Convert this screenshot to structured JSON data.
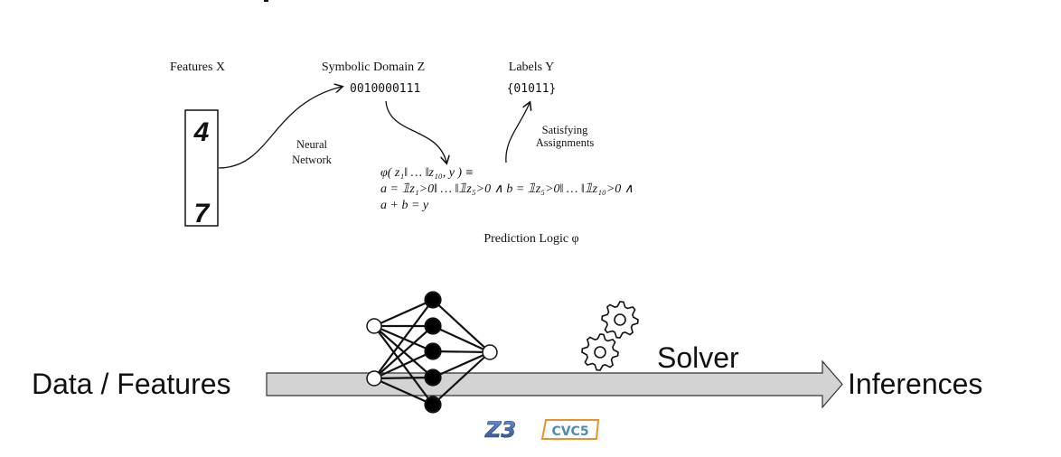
{
  "top_diagram": {
    "features_label": "Features X",
    "symbolic_label": "Symbolic Domain Z",
    "symbolic_value": "0010000111",
    "labels_label": "Labels Y",
    "labels_value": "{01011}",
    "nn_label_1": "Neural",
    "nn_label_2": "Network",
    "sat_label_1": "Satisfying",
    "sat_label_2": "Assignments",
    "formula_line_1": "φ(   z₁‖ … ‖z₁₀,   y   ) ≡",
    "formula_line_2": "a = 𝟙z₁>0‖ … ‖𝟙z₅>0 ∧ b = 𝟙z₅>0‖ … ‖𝟙z₁₀>0 ∧",
    "formula_line_3": "a + b = y",
    "prediction_label": "Prediction Logic φ",
    "digits": [
      "4",
      "7"
    ]
  },
  "bottom_diagram": {
    "left_label": "Data / Features",
    "solver_label": "Solver",
    "right_label": "Inferences",
    "logos": [
      "Z3",
      "CVC5"
    ],
    "colors": {
      "arrow_fill": "#d3d3d3",
      "z3_blue": "#3a64b0",
      "cvc5_orange": "#e8922e",
      "cvc5_text": "#4a8db0"
    }
  }
}
